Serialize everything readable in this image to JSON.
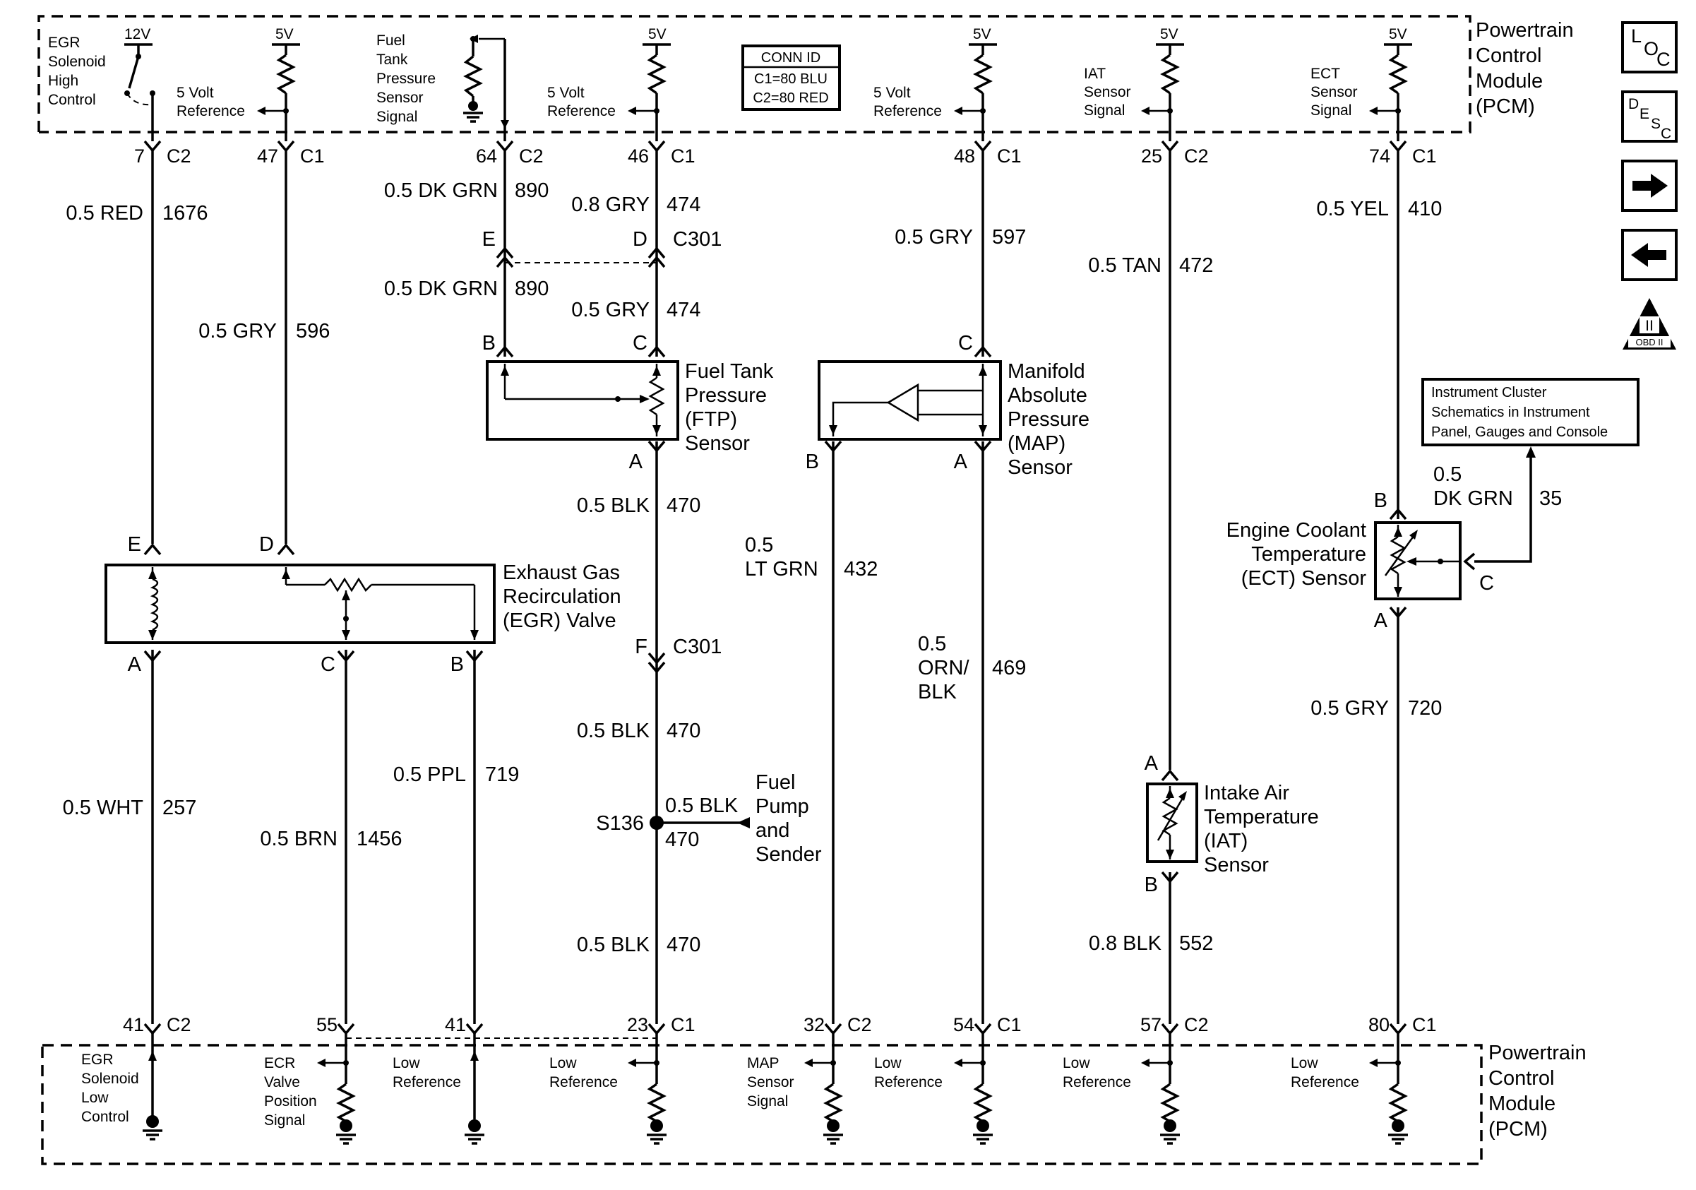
{
  "pcm_top": {
    "name": [
      "Powertrain",
      "Control",
      "Module",
      "(PCM)"
    ],
    "egr_high": [
      "EGR",
      "Solenoid",
      "High",
      "Control"
    ],
    "v12": "12V",
    "v5": "5V",
    "five_volt_ref": [
      "5 Volt",
      "Reference"
    ],
    "fuel_tank_signal": [
      "Fuel",
      "Tank",
      "Pressure",
      "Sensor",
      "Signal"
    ],
    "conn_id": [
      "CONN ID",
      "C1=80 BLU",
      "C2=80 RED"
    ],
    "iat_signal": [
      "IAT",
      "Sensor",
      "Signal"
    ],
    "ect_signal": [
      "ECT",
      "Sensor",
      "Signal"
    ]
  },
  "pcm_bottom": {
    "name": [
      "Powertrain",
      "Control",
      "Module",
      "(PCM)"
    ],
    "egr_low": [
      "EGR",
      "Solenoid",
      "Low",
      "Control"
    ],
    "egr_pos": [
      "ECR",
      "Valve",
      "Position",
      "Signal"
    ],
    "low_ref": [
      "Low",
      "Reference"
    ],
    "map_signal": [
      "MAP",
      "Sensor",
      "Signal"
    ]
  },
  "pins_top": [
    {
      "pin": "7",
      "conn": "C2"
    },
    {
      "pin": "47",
      "conn": "C1"
    },
    {
      "pin": "64",
      "conn": "C2"
    },
    {
      "pin": "46",
      "conn": "C1"
    },
    {
      "pin": "48",
      "conn": "C1"
    },
    {
      "pin": "25",
      "conn": "C2"
    },
    {
      "pin": "74",
      "conn": "C1"
    }
  ],
  "pins_bottom": [
    {
      "pin": "41",
      "conn": "C2"
    },
    {
      "pin": "55",
      "conn": ""
    },
    {
      "pin": "41",
      "conn": ""
    },
    {
      "pin": "23",
      "conn": "C1"
    },
    {
      "pin": "32",
      "conn": "C2"
    },
    {
      "pin": "54",
      "conn": "C1"
    },
    {
      "pin": "57",
      "conn": "C2"
    },
    {
      "pin": "80",
      "conn": "C1"
    }
  ],
  "wires": {
    "red_1676": {
      "gauge": "0.5 RED",
      "circuit": "1676"
    },
    "gry_596": {
      "gauge": "0.5 GRY",
      "circuit": "596"
    },
    "dkgrn_890_a": {
      "gauge": "0.5 DK GRN",
      "circuit": "890"
    },
    "dkgrn_890_b": {
      "gauge": "0.5 DK GRN",
      "circuit": "890"
    },
    "gry_474_a": {
      "gauge": "0.8 GRY",
      "circuit": "474"
    },
    "gry_474_b": {
      "gauge": "0.5 GRY",
      "circuit": "474"
    },
    "blk_470_a": {
      "gauge": "0.5 BLK",
      "circuit": "470"
    },
    "blk_470_b": {
      "gauge": "0.5 BLK",
      "circuit": "470"
    },
    "blk_470_c": {
      "gauge": "0.5 BLK",
      "circuit": "470"
    },
    "blk_470_splice": {
      "gauge": "0.5 BLK",
      "circuit": "470"
    },
    "gry_597": {
      "gauge": "0.5 GRY",
      "circuit": "597"
    },
    "ltgrn_432": {
      "gauge": [
        "0.5",
        "LT GRN"
      ],
      "circuit": "432"
    },
    "ornblk_469": {
      "gauge": [
        "0.5",
        "ORN/",
        "BLK"
      ],
      "circuit": "469"
    },
    "tan_472": {
      "gauge": "0.5 TAN",
      "circuit": "472"
    },
    "blk_552": {
      "gauge": "0.8 BLK",
      "circuit": "552"
    },
    "yel_410": {
      "gauge": "0.5 YEL",
      "circuit": "410"
    },
    "gry_720": {
      "gauge": "0.5 GRY",
      "circuit": "720"
    },
    "dkgrn_35": {
      "gauge": [
        "0.5",
        "DK GRN"
      ],
      "circuit": "35"
    },
    "wht_257": {
      "gauge": "0.5 WHT",
      "circuit": "257"
    },
    "brn_1456": {
      "gauge": "0.5 BRN",
      "circuit": "1456"
    },
    "ppl_719": {
      "gauge": "0.5 PPL",
      "circuit": "719"
    }
  },
  "connectors": {
    "c301": "C301",
    "c301_top_pins": [
      "E",
      "D"
    ],
    "c301_bottom_pin": "F",
    "splice": "S136"
  },
  "components": {
    "ftp": {
      "name": [
        "Fuel Tank",
        "Pressure",
        "(FTP)",
        "Sensor"
      ],
      "pins": [
        "B",
        "C",
        "A"
      ]
    },
    "map": {
      "name": [
        "Manifold",
        "Absolute",
        "Pressure",
        "(MAP)",
        "Sensor"
      ],
      "pins": [
        "C",
        "B",
        "A"
      ]
    },
    "egr": {
      "name": [
        "Exhaust Gas",
        "Recirculation",
        "(EGR) Valve"
      ],
      "pins": [
        "E",
        "D",
        "A",
        "C",
        "B"
      ]
    },
    "ect": {
      "name": [
        "Engine Coolant",
        "Temperature",
        "(ECT) Sensor"
      ],
      "pins": [
        "B",
        "C",
        "A"
      ]
    },
    "iat": {
      "name": [
        "Intake Air",
        "Temperature",
        "(IAT)",
        "Sensor"
      ],
      "pins": [
        "A",
        "B"
      ]
    },
    "fuel_pump": {
      "name": [
        "Fuel",
        "Pump",
        "and",
        "Sender"
      ]
    },
    "cluster_ref": {
      "text": [
        "Instrument Cluster",
        "Schematics in Instrument",
        "Panel, Gauges and Console"
      ]
    }
  },
  "nav": {
    "loc": [
      "L",
      "O",
      "C"
    ],
    "desc": [
      "D",
      "E",
      "S",
      "C"
    ],
    "next": "→",
    "prev": "←",
    "obd_roman": "II",
    "obd_text": "OBD II"
  }
}
